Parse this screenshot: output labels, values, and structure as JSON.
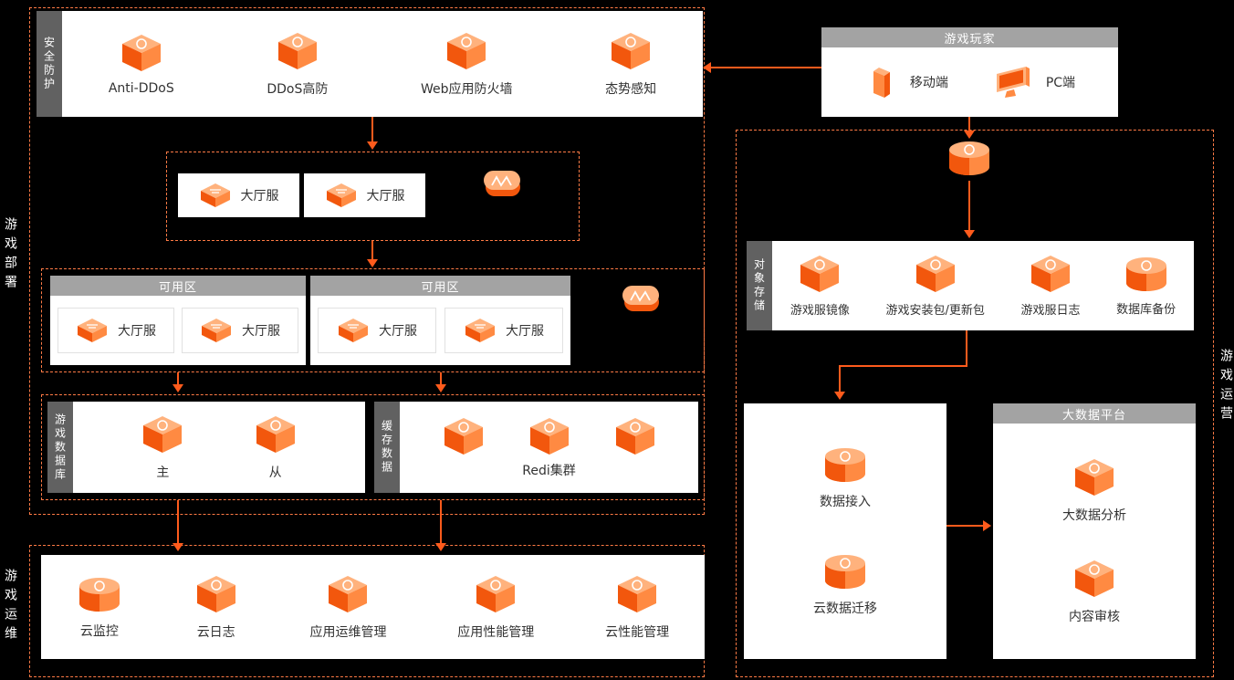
{
  "colors": {
    "background": "#000000",
    "accent_orange": "#FF6A00",
    "arrow": "#FF5B1C",
    "dashed_border": "#FF7A45",
    "panel_header_gray": "#A3A3A3",
    "side_strip_gray": "#616161",
    "panel_white": "#FFFFFF",
    "text_dark": "#333333"
  },
  "side_labels": {
    "deploy": "游戏部署",
    "ops": "游戏运维",
    "operation": "游戏运营"
  },
  "security": {
    "title": "安全防护",
    "items": [
      {
        "label": "Anti-DDoS",
        "icon": "anti-ddos-icon"
      },
      {
        "label": "DDoS高防",
        "icon": "ddos-protection-icon"
      },
      {
        "label": "Web应用防火墙",
        "icon": "waf-icon"
      },
      {
        "label": "态势感知",
        "icon": "situation-awareness-icon"
      }
    ]
  },
  "players": {
    "title": "游戏玩家",
    "items": [
      {
        "label": "移动端",
        "icon": "mobile-icon"
      },
      {
        "label": "PC端",
        "icon": "pc-icon"
      }
    ]
  },
  "lobby": {
    "servers": [
      {
        "label": "大厅服"
      },
      {
        "label": "大厅服"
      }
    ],
    "balancer_icon": "load-balancer-icon"
  },
  "zones": {
    "groups": [
      {
        "title": "可用区",
        "servers": [
          {
            "label": "大厅服"
          },
          {
            "label": "大厅服"
          }
        ]
      },
      {
        "title": "可用区",
        "servers": [
          {
            "label": "大厅服"
          },
          {
            "label": "大厅服"
          }
        ]
      }
    ],
    "balancer_icon": "load-balancer-icon"
  },
  "database": {
    "title": "游戏数据库",
    "items": [
      {
        "label": "主",
        "icon": "database-master-icon"
      },
      {
        "label": "从",
        "icon": "database-slave-icon"
      }
    ]
  },
  "cache": {
    "title": "缓存数据",
    "cluster_label": "Redi集群",
    "node_icon": "redis-node-icon",
    "node_count": 3
  },
  "ops_panel": {
    "items": [
      {
        "label": "云监控",
        "icon": "cloud-monitor-icon"
      },
      {
        "label": "云日志",
        "icon": "cloud-log-icon"
      },
      {
        "label": "应用运维管理",
        "icon": "app-ops-management-icon"
      },
      {
        "label": "应用性能管理",
        "icon": "app-performance-icon"
      },
      {
        "label": "云性能管理",
        "icon": "cloud-performance-icon"
      }
    ]
  },
  "gateway_icon": "cdn-gateway-icon",
  "object_storage": {
    "title": "对象存储",
    "items": [
      {
        "label": "游戏服镜像",
        "icon": "game-server-image-icon"
      },
      {
        "label": "游戏安装包/更新包",
        "icon": "install-package-icon"
      },
      {
        "label": "游戏服日志",
        "icon": "game-server-log-icon"
      },
      {
        "label": "数据库备份",
        "icon": "database-backup-icon"
      }
    ]
  },
  "data_pipeline": {
    "items": [
      {
        "label": "数据接入",
        "icon": "data-access-icon"
      },
      {
        "label": "云数据迁移",
        "icon": "data-migration-icon"
      }
    ]
  },
  "bigdata": {
    "title": "大数据平台",
    "items": [
      {
        "label": "大数据分析",
        "icon": "bigdata-analysis-icon"
      },
      {
        "label": "内容审核",
        "icon": "content-review-icon"
      }
    ]
  }
}
